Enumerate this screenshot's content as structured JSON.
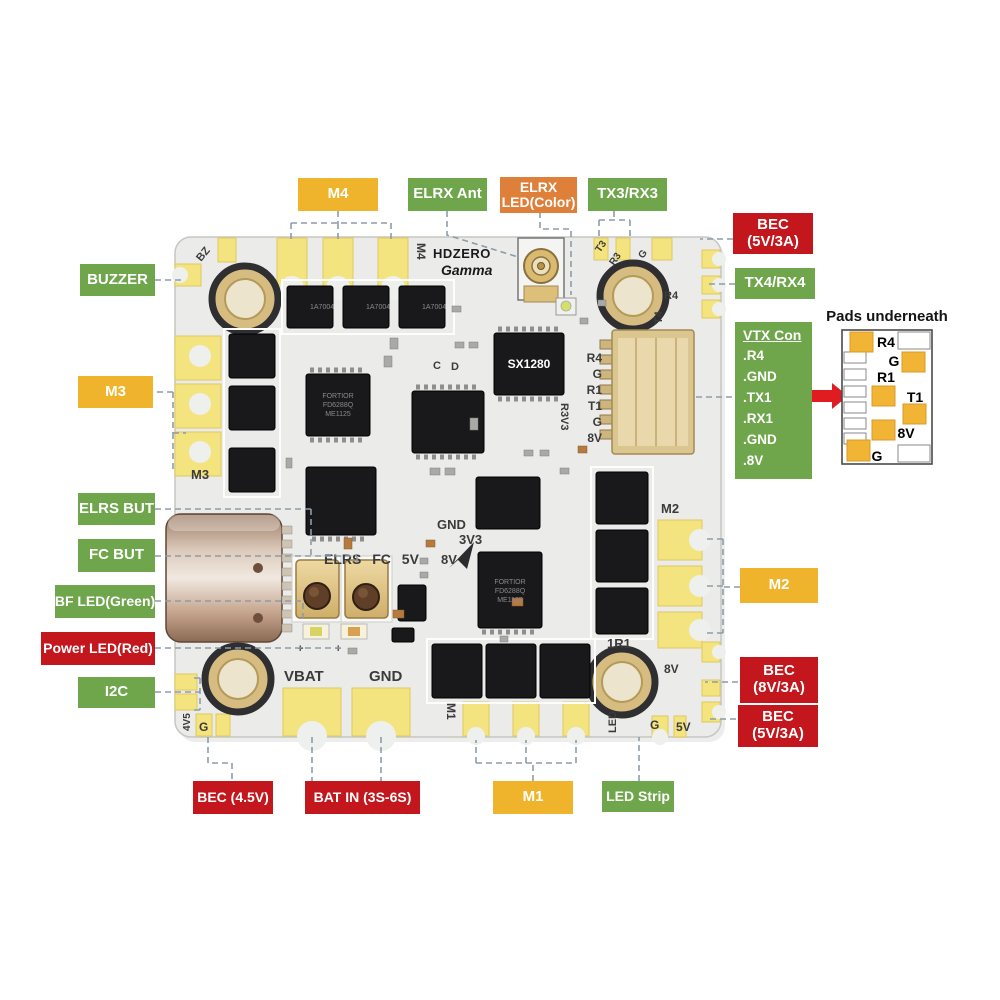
{
  "colors": {
    "green": "#6fa64b",
    "yellow": "#f0b42c",
    "red": "#c3161d",
    "orange": "#de7f3a",
    "pad_yellow": "#f4e47f",
    "arrow_red": "#e11b22",
    "dashed_line": "#8e9ca8"
  },
  "callouts": {
    "m4": "M4",
    "elrx_ant": "ELRX Ant",
    "elrx_led": "ELRX LED(Color)",
    "tx3rx3": "TX3/RX3",
    "bec_5v_top": "BEC (5V/3A)",
    "tx4rx4": "TX4/RX4",
    "buzzer": "BUZZER",
    "m3": "M3",
    "elrs_but": "ELRS BUT",
    "fc_but": "FC BUT",
    "bf_led": "BF LED(Green)",
    "power_led": "Power LED(Red)",
    "i2c": "I2C",
    "bec_45v": "BEC (4.5V)",
    "bat_in": "BAT IN (3S-6S)",
    "m1": "M1",
    "led_strip": "LED Strip",
    "m2": "M2",
    "bec_8v": "BEC (8V/3A)",
    "bec_5v_bottom": "BEC (5V/3A)"
  },
  "vtx_con": {
    "title": "VTX Con",
    "pins": [
      ".R4",
      ".GND",
      ".TX1",
      ".RX1",
      ".GND",
      ".8V"
    ]
  },
  "pads_underneath": {
    "title": "Pads underneath",
    "labels": [
      "R4",
      "G",
      "R1",
      "T1",
      "8V",
      "G"
    ]
  },
  "board": {
    "brand_top": "HDZERO",
    "brand_bottom": "Gamma",
    "chip_sx1280": "SX1280",
    "chip_fortior": [
      "FORTIOR",
      "FD6288Q",
      "ME1125"
    ],
    "chip_fet": "1A7004",
    "ffc_pins": [
      "R4",
      "G",
      "R1",
      "T1",
      "G",
      "8V"
    ],
    "silkscreen": {
      "bz": "BZ",
      "m4": "M4",
      "m3": "M3",
      "m2": "M2",
      "m1": "M1",
      "t3": "T3",
      "r3": "R3",
      "g_top": "G",
      "r4_edge": "R4",
      "t4": "T4",
      "r3v3": "R3V3",
      "c": "C",
      "d": "D",
      "gnd_center": "GND",
      "v3v3": "3V3",
      "elrs_fc_5v": "ELRS FC 5V",
      "v8_center": "8V",
      "vbat": "VBAT",
      "gnd_bottom": "GND",
      "shunt": "1R1",
      "v8_right": "8V",
      "led": "LED",
      "g_right": "G",
      "v5_right": "5V",
      "g_left": "G",
      "v4v5": "4V5",
      "plus": "+"
    }
  }
}
